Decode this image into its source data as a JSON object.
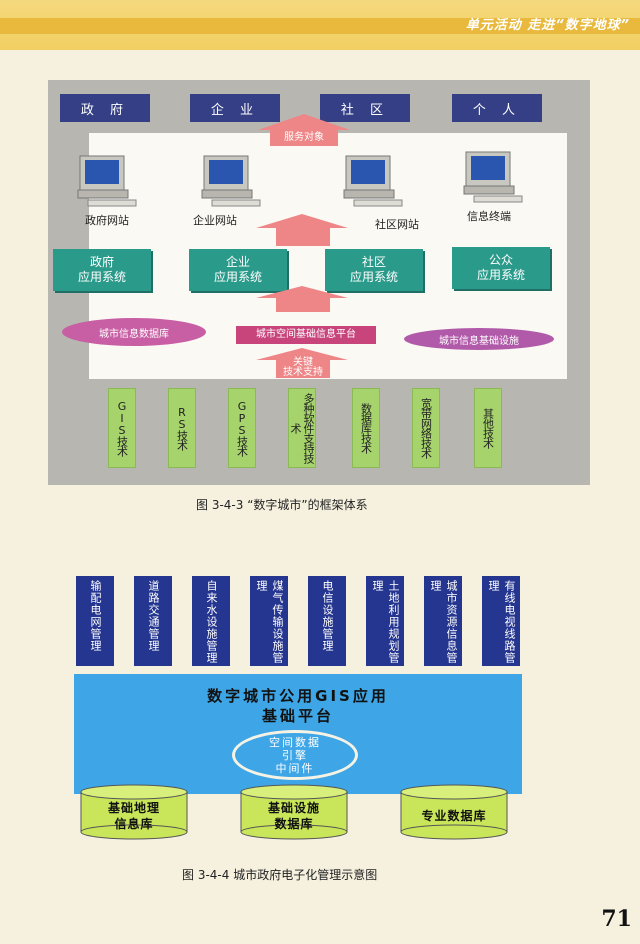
{
  "header": {
    "title": "单元活动  走进“数字地球”"
  },
  "figure1": {
    "top_boxes": [
      "政 府",
      "企 业",
      "社 区",
      "个 人"
    ],
    "service_label": "服务对象",
    "terminals": [
      "政府网站",
      "企业网站",
      "社区网站",
      "信息终端"
    ],
    "app_systems": [
      "政府\n应用系统",
      "企业\n应用系统",
      "社区\n应用系统",
      "公众\n应用系统"
    ],
    "db_label": "城市信息数据库",
    "platform_label": "城市空间基础信息平台",
    "infra_label": "城市信息基础设施",
    "key_tech_label": "关键\n技术支持",
    "technologies": [
      "GIS技术",
      "RS技术",
      "GPS技术",
      "多种软件支持技术",
      "数据库技术",
      "宽带网络技术",
      "其他技术"
    ],
    "caption": "图 3-4-3  “数字城市”的框架体系"
  },
  "figure2": {
    "management_items": [
      "输配电网管理",
      "道路交通管理",
      "自来水设施管理",
      "煤气传输设施管理",
      "电信设施管理",
      "土地利用规划管理",
      "城市资源信息管理",
      "有线电视线路管理"
    ],
    "platform_title_line1": "数字城市公用GIS应用",
    "platform_title_line2": "基础平台",
    "engine_label": "空间数据\n引擎\n中间件",
    "databases": [
      "基础地理\n信息库",
      "基础设施\n数据库",
      "专业数据库"
    ],
    "caption": "图 3-4-4  城市政府电子化管理示意图"
  },
  "page_number": "71",
  "colors": {
    "header": "#f2cf62",
    "top_box": "#343f85",
    "arrow": "#ee8687",
    "app_box": "#2a9a8a",
    "tech_box": "#a6d36c",
    "mgmt_bar": "#253690",
    "platform": "#3ea6e6",
    "cylinder": "#c9e65a"
  }
}
